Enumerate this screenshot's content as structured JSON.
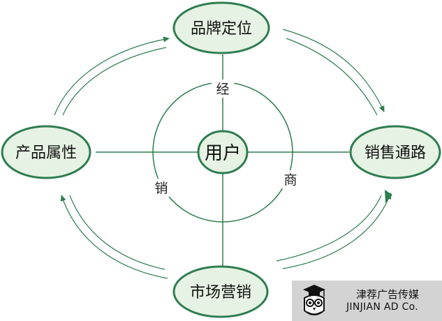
{
  "colors": {
    "stroke": "#2e7d4f",
    "fill": "#e6f2e3",
    "text": "#111111"
  },
  "nodes": {
    "top": "品牌定位",
    "left": "产品属性",
    "right": "销售通路",
    "bottom": "市场营销"
  },
  "center": "用户",
  "ring_labels": {
    "top": "经",
    "left": "销",
    "right": "商"
  },
  "watermark": {
    "name": "津荐广告传媒",
    "company": "JINJIAN AD Co.",
    "logo_icon": "owl-graduate-icon"
  }
}
